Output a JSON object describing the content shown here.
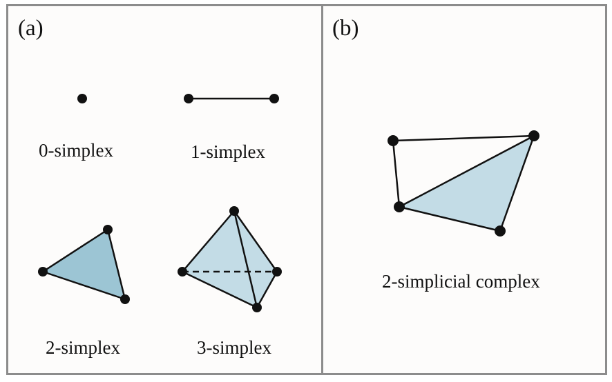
{
  "panels": {
    "a": {
      "tag": "(a)",
      "captions": {
        "zero": "0-simplex",
        "one": "1-simplex",
        "two": "2-simplex",
        "three": "3-simplex"
      }
    },
    "b": {
      "tag": "(b)",
      "caption": "2-simplicial complex"
    }
  },
  "colors": {
    "fill_light": "#c3dce6",
    "fill_medium": "#9cc5d4",
    "stroke": "#111111",
    "frame": "#8c8c8c"
  }
}
